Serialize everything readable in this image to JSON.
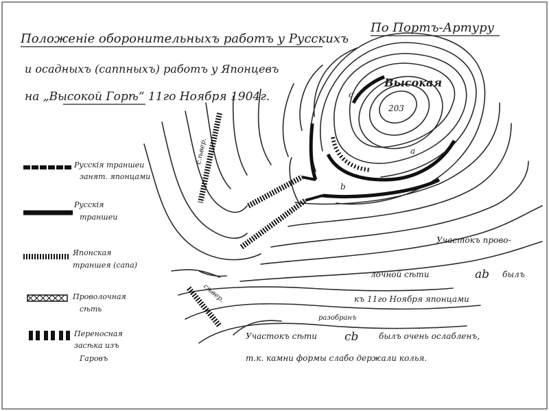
{
  "title_lines": [
    "Положеніе оборонительныхъ работъ у Русскихъ",
    "и осадныхъ (саппныхъ) работъ у Японцевъ",
    "на „Высокой Горѣ“ 11го Ноября 1904г."
  ],
  "corner_title": "По Портъ-Артуру",
  "summit_name": "Высокая",
  "summit_height": "203",
  "point_labels": {
    "a": "a",
    "b": "b",
    "c": "c"
  },
  "sap_labels": {
    "upper": "с.ѣвер.",
    "lower": "сѣвер."
  },
  "legend": [
    {
      "id": "russian-trench-japanese-occupied",
      "lines": [
        "Русскія траншеи",
        "занят. японцами"
      ]
    },
    {
      "id": "russian-trench",
      "lines": [
        "Русскія",
        "траншеи"
      ]
    },
    {
      "id": "japanese-trench-sap",
      "lines": [
        "Японская",
        "траншея (сапа)"
      ]
    },
    {
      "id": "wire-net",
      "lines": [
        "Проволочная",
        "сѣть"
      ]
    },
    {
      "id": "portable-sandbag-cover",
      "lines": [
        "Переносная",
        "засѣка изъ",
        "Гаровъ"
      ]
    }
  ],
  "notes": {
    "line1": "Участокъ прово-",
    "line2_a": "лочной сѣти",
    "line2_b": "аb",
    "line2_c": "былъ",
    "line3": "къ 11го Ноября японцами",
    "line4_small": "разобранъ",
    "line5_a": "Участокъ сѣти",
    "line5_b": "cb",
    "line5_c": "былъ очень ослабленъ,",
    "line6": "т.к. камни формы слабо держали колья."
  },
  "colors": {
    "ink": "#1d1d1d",
    "paper": "#ffffff"
  }
}
